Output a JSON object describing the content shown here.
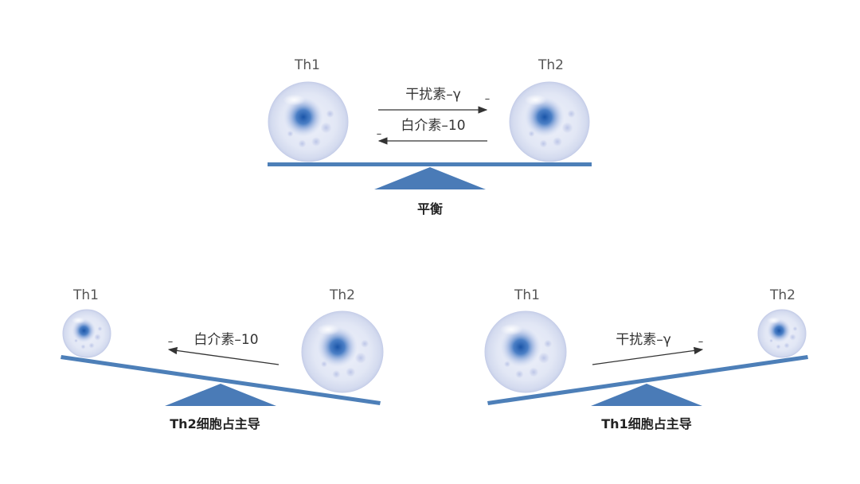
{
  "colors": {
    "beam": "#4d7fb8",
    "fulcrum": "#4a7bb7",
    "arrow": "#333333",
    "cell_core": "#1f5fb0",
    "cell_halo": "#dfe4f4"
  },
  "icons": {
    "cell": "cell-sphere-icon"
  },
  "balanced": {
    "left_cell": "Th1",
    "right_cell": "Th2",
    "arrow_right_label": "干扰素–γ",
    "arrow_right_sign": "–",
    "arrow_left_label": "白介素–10",
    "arrow_left_sign": "–",
    "caption": "平衡"
  },
  "th2_dominant": {
    "left_cell": "Th1",
    "right_cell": "Th2",
    "arrow_label": "白介素–10",
    "arrow_sign": "–",
    "caption": "Th2细胞占主导"
  },
  "th1_dominant": {
    "left_cell": "Th1",
    "right_cell": "Th2",
    "arrow_label": "干扰素–γ",
    "arrow_sign": "–",
    "caption": "Th1细胞占主导"
  }
}
